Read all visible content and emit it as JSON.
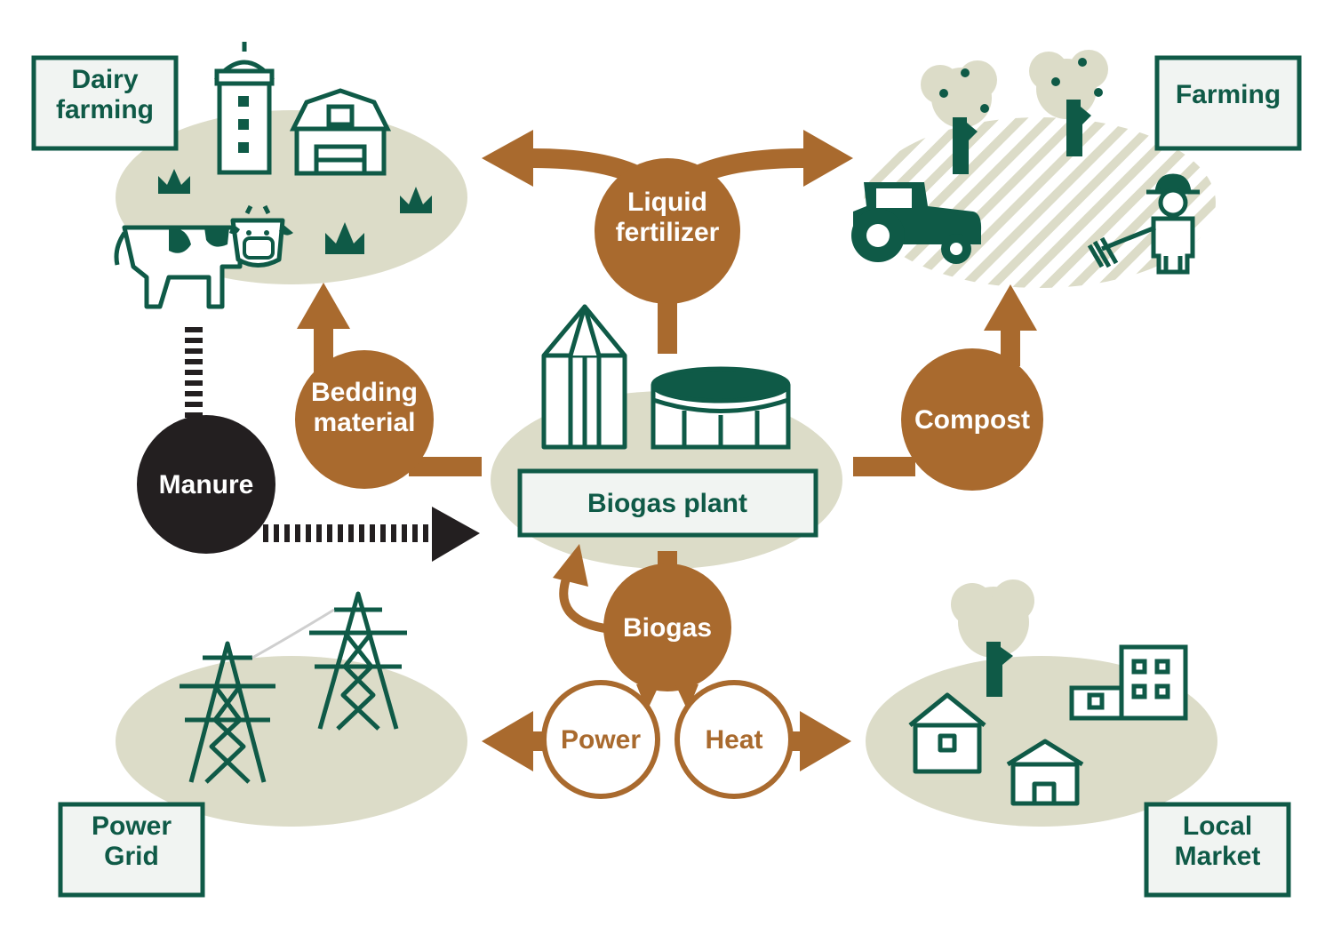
{
  "colors": {
    "green": "#0f5a47",
    "brown": "#a96a2e",
    "beige": "#dcdcc8",
    "black": "#231f20",
    "box_fill": "#f1f4f2",
    "white": "#ffffff"
  },
  "areas": {
    "dairy": "Dairy\nfarming",
    "farming": "Farming",
    "power_grid": "Power\nGrid",
    "local_market": "Local\nMarket"
  },
  "nodes": {
    "manure": "Manure",
    "bedding": "Bedding\nmaterial",
    "liquid_fertilizer": "Liquid\nfertilizer",
    "compost": "Compost",
    "biogas_plant": "Biogas plant",
    "biogas": "Biogas",
    "power": "Power",
    "heat": "Heat"
  },
  "icons": [
    "silo-icon",
    "barn-icon",
    "cow-icon",
    "grass-icon",
    "tree-icon",
    "tractor-icon",
    "farmer-icon",
    "digester-icon",
    "tank-icon",
    "pylon-icon",
    "house-icon",
    "building-icon"
  ]
}
